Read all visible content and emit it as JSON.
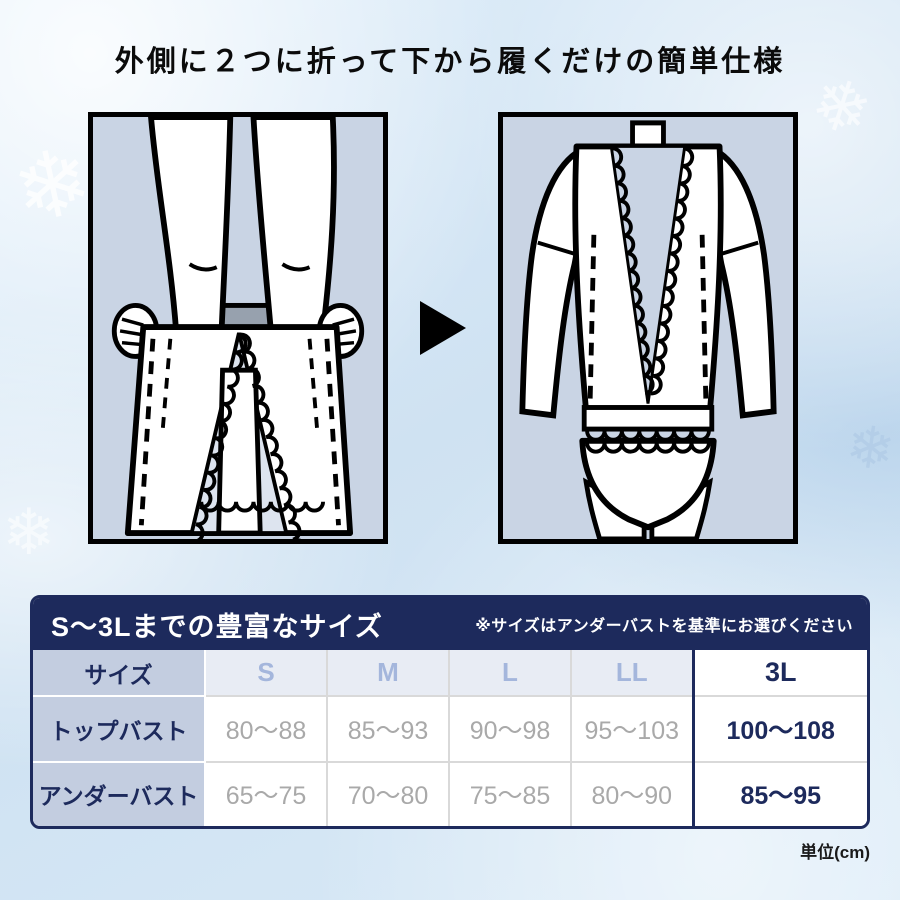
{
  "title": "外側に２つに折って下から履くだけの簡単仕様",
  "size_section": {
    "heading": "S〜3Lまでの豊富なサイズ",
    "note": "※サイズはアンダーバストを基準にお選びください",
    "unit": "単位(cm)",
    "table": {
      "header": [
        "サイズ",
        "S",
        "M",
        "L",
        "LL",
        "3L"
      ],
      "rows": [
        {
          "label": "トップバスト",
          "values": [
            "80〜88",
            "85〜93",
            "90〜98",
            "95〜103",
            "100〜108"
          ]
        },
        {
          "label": "アンダーバスト",
          "values": [
            "65〜75",
            "70〜80",
            "75〜85",
            "80〜90",
            "85〜95"
          ]
        }
      ],
      "highlighted_column": "3L"
    }
  },
  "colors": {
    "navy": "#1d2a5c",
    "panel_fill": "#c9d4e4",
    "value_gray": "#a9a9a9",
    "header_light_blue": "#a4b6dc"
  },
  "decor": {
    "snowflake": "❄"
  }
}
